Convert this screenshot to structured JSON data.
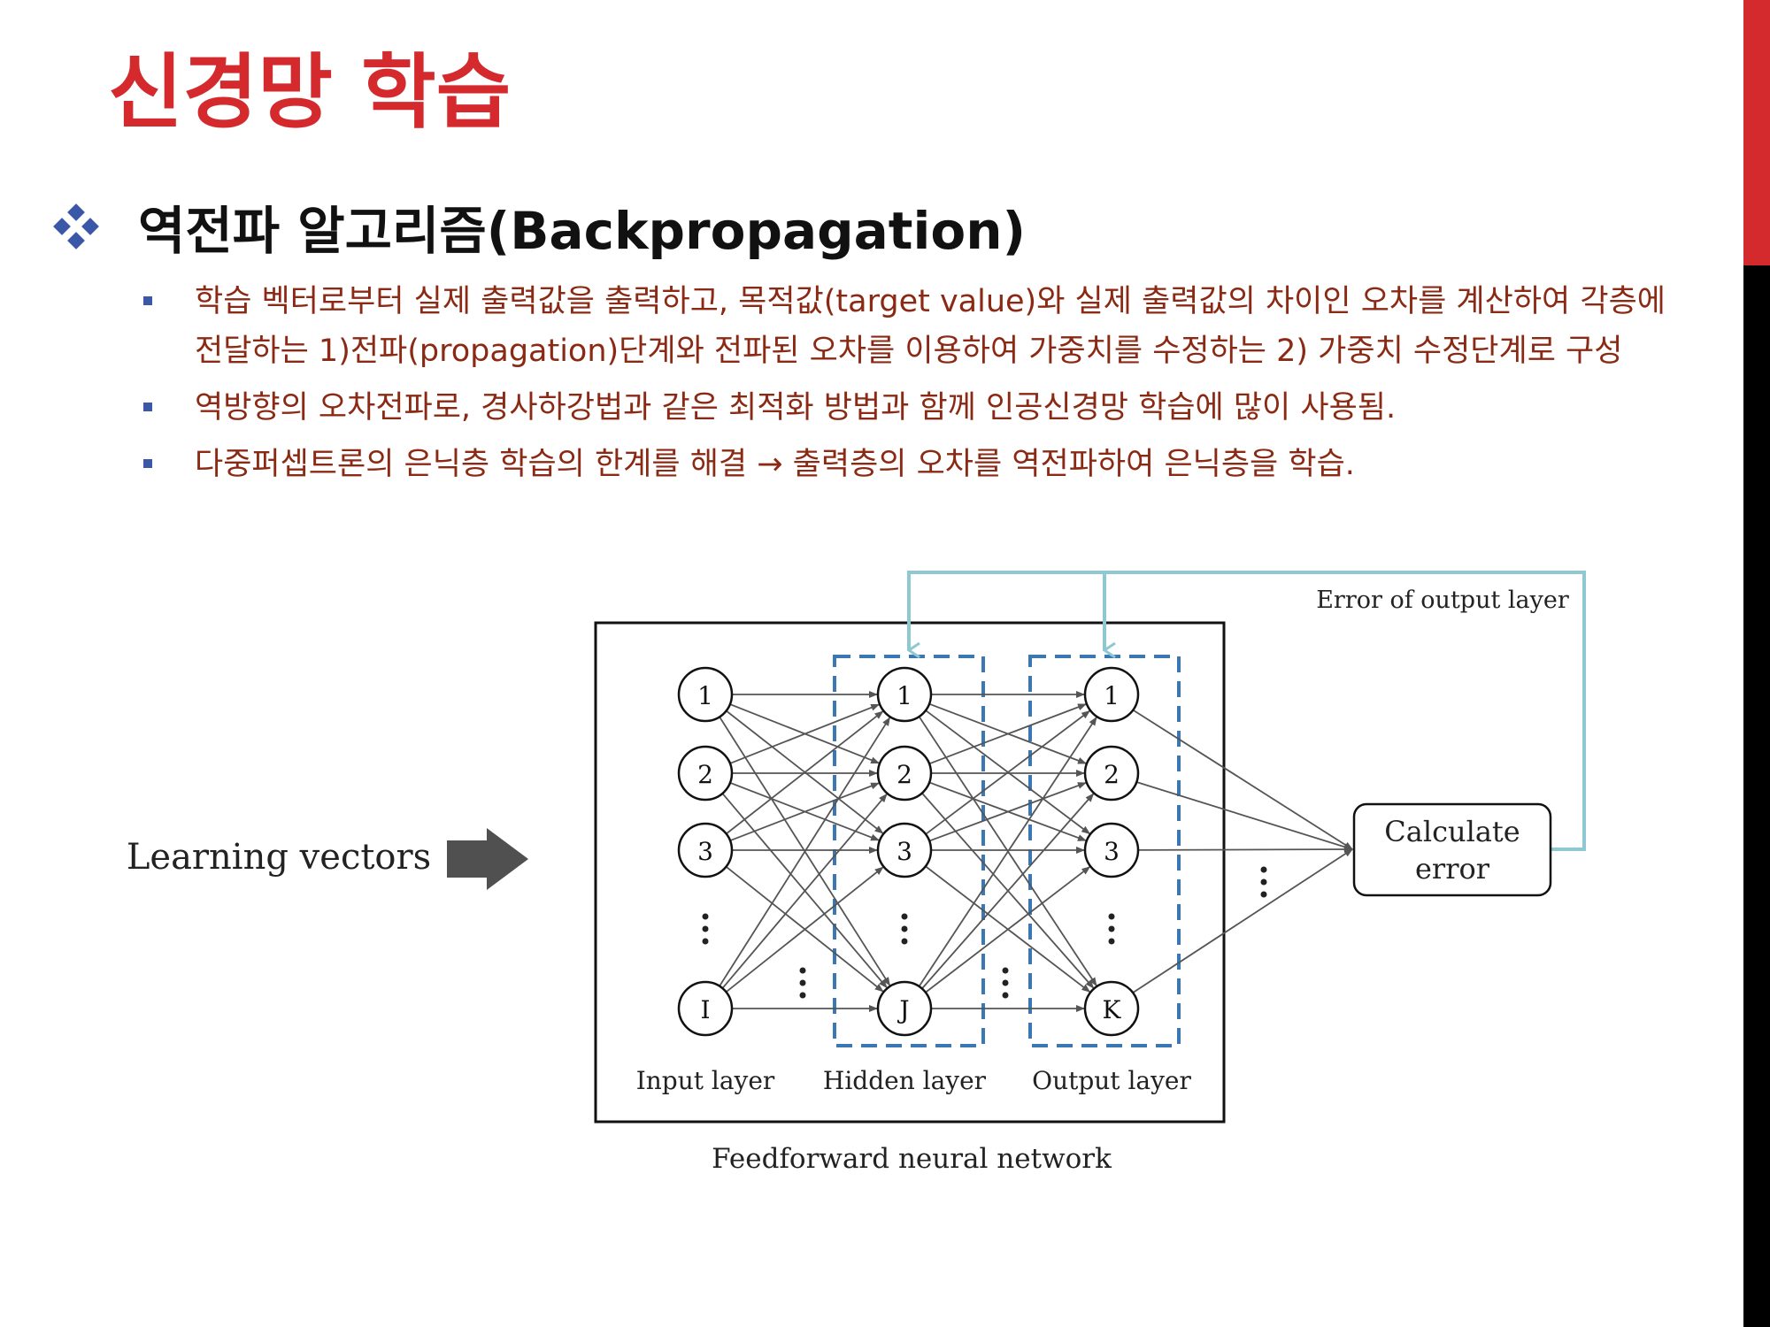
{
  "slide": {
    "title": "신경망 학습",
    "heading": "역전파 알고리즘(Backpropagation)",
    "bullets": [
      "학습 벡터로부터 실제 출력값을 출력하고, 목적값(target value)와 실제 출력값의 차이인 오차를 계산하여 각층에 전달하는 1)전파(propagation)단계와 전파된 오차를 이용하여 가중치를 수정하는 2) 가중치 수정단계로 구성",
      "역방향의 오차전파로, 경사하강법과 같은 최적화 방법과 함께 인공신경망 학습에 많이 사용됨.",
      "다중퍼셉트론의 은닉층 학습의 한계를 해결 → 출력층의 오차를 역전파하여 은닉층을 학습."
    ]
  },
  "diagram": {
    "learning_vectors_label": "Learning vectors",
    "error_label": "Error of output layer",
    "calculate_error_line1": "Calculate",
    "calculate_error_line2": "error",
    "caption": "Feedforward neural network",
    "input_layer": {
      "label": "Input layer",
      "nodes": [
        "1",
        "2",
        "3",
        "I"
      ]
    },
    "hidden_layer": {
      "label": "Hidden layer",
      "nodes": [
        "1",
        "2",
        "3",
        "J"
      ]
    },
    "output_layer": {
      "label": "Output layer",
      "nodes": [
        "1",
        "2",
        "3",
        "K"
      ]
    },
    "colors": {
      "feedback": "#8ec9d3",
      "dashed_box": "#3b77b3",
      "title": "#d42a2e",
      "bullet_text": "#8b2a14"
    }
  }
}
